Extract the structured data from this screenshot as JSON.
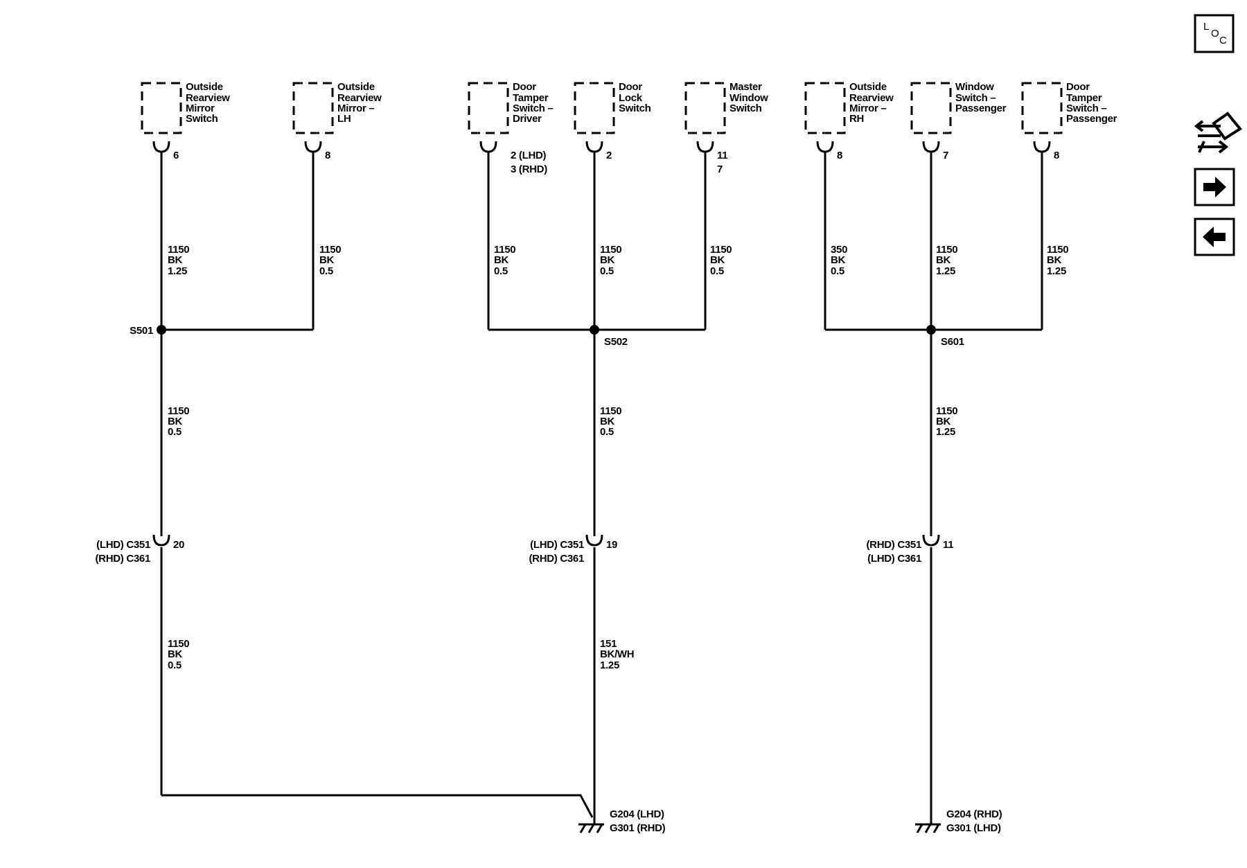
{
  "components": [
    {
      "id": "c1",
      "name_lines": [
        "Outside",
        "Rearview",
        "Mirror",
        "Switch"
      ],
      "pin": [
        "6"
      ]
    },
    {
      "id": "c2",
      "name_lines": [
        "Outside",
        "Rearview",
        "Mirror –",
        "LH"
      ],
      "pin": [
        "8"
      ]
    },
    {
      "id": "c3",
      "name_lines": [
        "Door",
        "Tamper",
        "Switch –",
        "Driver"
      ],
      "pin": [
        "2 (LHD)",
        "3 (RHD)"
      ]
    },
    {
      "id": "c4",
      "name_lines": [
        "Door",
        "Lock",
        "Switch"
      ],
      "pin": [
        "2"
      ]
    },
    {
      "id": "c5",
      "name_lines": [
        "Master",
        "Window",
        "Switch"
      ],
      "pin": [
        "11",
        "7"
      ]
    },
    {
      "id": "c6",
      "name_lines": [
        "Outside",
        "Rearview",
        "Mirror –",
        "RH"
      ],
      "pin": [
        "8"
      ]
    },
    {
      "id": "c7",
      "name_lines": [
        "Window",
        "Switch –",
        "Passenger"
      ],
      "pin": [
        "7"
      ]
    },
    {
      "id": "c8",
      "name_lines": [
        "Door",
        "Tamper",
        "Switch –",
        "Passenger"
      ],
      "pin": [
        "8"
      ]
    }
  ],
  "upper_wires": [
    {
      "id": "w1",
      "circuit": "1150",
      "color": "BK",
      "size": "1.25"
    },
    {
      "id": "w2",
      "circuit": "1150",
      "color": "BK",
      "size": "0.5"
    },
    {
      "id": "w3",
      "circuit": "1150",
      "color": "BK",
      "size": "0.5"
    },
    {
      "id": "w4",
      "circuit": "1150",
      "color": "BK",
      "size": "0.5"
    },
    {
      "id": "w5",
      "circuit": "1150",
      "color": "BK",
      "size": "0.5"
    },
    {
      "id": "w6",
      "circuit": "350",
      "color": "BK",
      "size": "0.5"
    },
    {
      "id": "w7",
      "circuit": "1150",
      "color": "BK",
      "size": "1.25"
    },
    {
      "id": "w8",
      "circuit": "1150",
      "color": "BK",
      "size": "1.25"
    }
  ],
  "splices": [
    {
      "id": "s1",
      "name": "S501"
    },
    {
      "id": "s2",
      "name": "S502"
    },
    {
      "id": "s3",
      "name": "S601"
    }
  ],
  "middle_wires": [
    {
      "id": "m1",
      "circuit": "1150",
      "color": "BK",
      "size": "0.5"
    },
    {
      "id": "m2",
      "circuit": "1150",
      "color": "BK",
      "size": "0.5"
    },
    {
      "id": "m3",
      "circuit": "1150",
      "color": "BK",
      "size": "1.25"
    }
  ],
  "inline_connectors": [
    {
      "id": "ic1",
      "line1": "(LHD) C351",
      "line2": "(RHD) C361",
      "pin": "20"
    },
    {
      "id": "ic2",
      "line1": "(LHD) C351",
      "line2": "(RHD) C361",
      "pin": "19"
    },
    {
      "id": "ic3",
      "line1": "(RHD) C351",
      "line2": "(LHD) C361",
      "pin": "11"
    }
  ],
  "lower_wires": [
    {
      "id": "l1",
      "circuit": "1150",
      "color": "BK",
      "size": "0.5"
    },
    {
      "id": "l2",
      "circuit": "151",
      "color": "BK/WH",
      "size": "1.25"
    }
  ],
  "grounds": [
    {
      "id": "g1",
      "line1": "G204 (LHD)",
      "line2": "G301 (RHD)"
    },
    {
      "id": "g2",
      "line1": "G204 (RHD)",
      "line2": "G301 (LHD)"
    }
  ],
  "nav": {
    "loc_l": "L",
    "loc_o": "O",
    "loc_c": "C",
    "icons": [
      "loc-icon",
      "harness-connector-icon",
      "arrow-right-icon",
      "arrow-left-icon"
    ]
  }
}
